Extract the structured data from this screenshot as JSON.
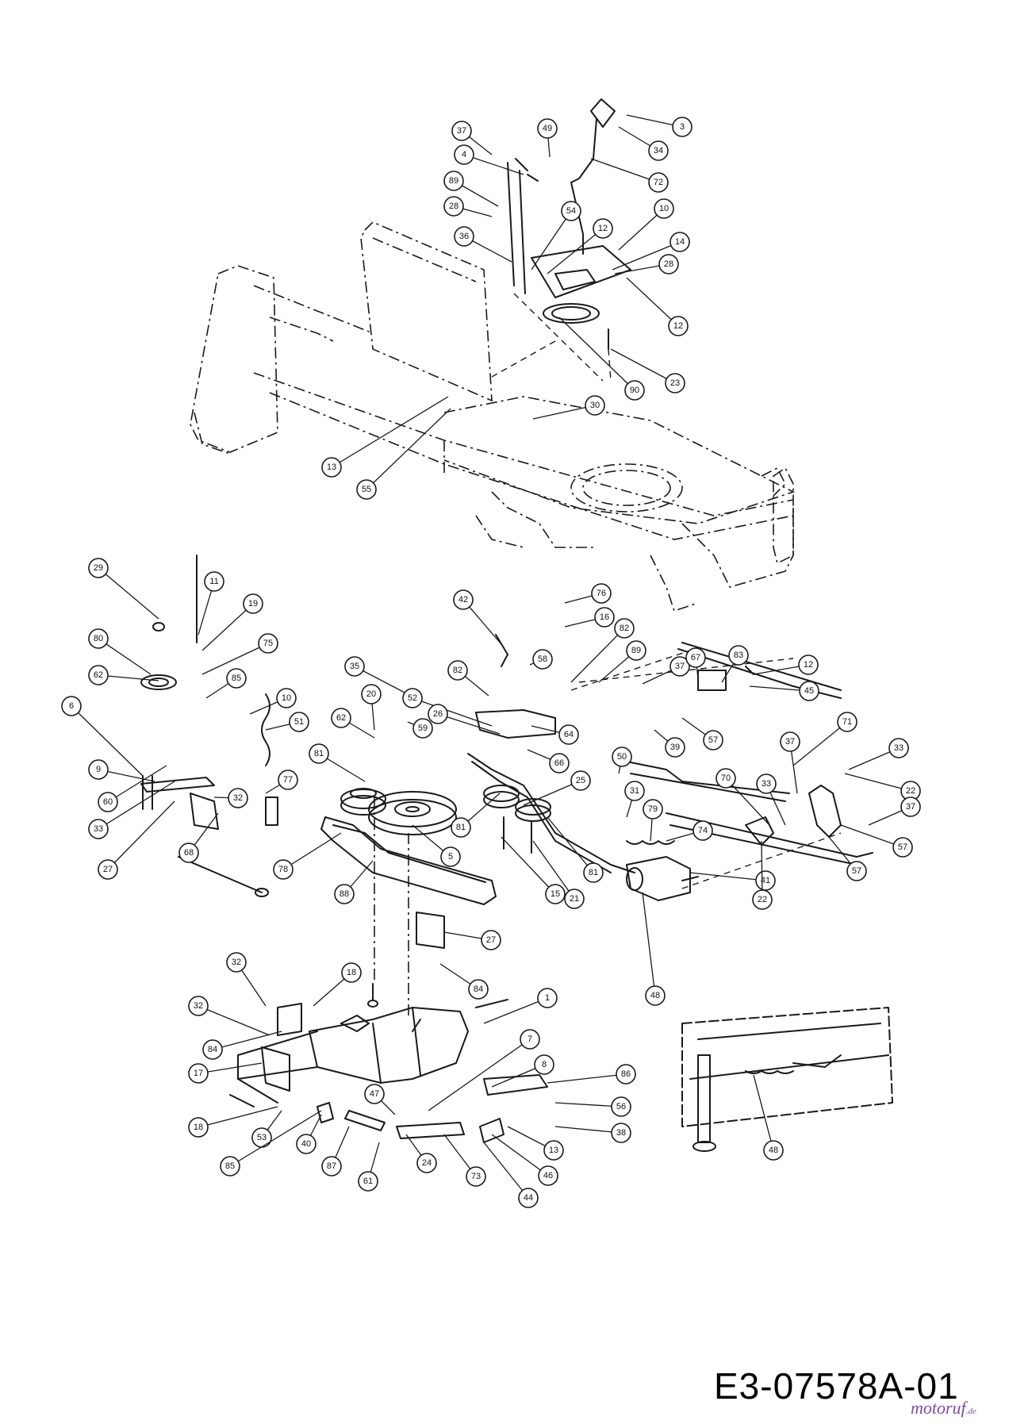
{
  "document": {
    "code": "E3-07578A-01",
    "watermark": "motoruf",
    "watermark_tld": ".de"
  },
  "callouts": [
    {
      "id": "c-3",
      "label": "3"
    },
    {
      "id": "c-34",
      "label": "34"
    },
    {
      "id": "c-72",
      "label": "72"
    },
    {
      "id": "c-49",
      "label": "49"
    },
    {
      "id": "c-37a",
      "label": "37"
    },
    {
      "id": "c-4",
      "label": "4"
    },
    {
      "id": "c-89a",
      "label": "89"
    },
    {
      "id": "c-28a",
      "label": "28"
    },
    {
      "id": "c-36",
      "label": "36"
    },
    {
      "id": "c-54",
      "label": "54"
    },
    {
      "id": "c-12a",
      "label": "12"
    },
    {
      "id": "c-10a",
      "label": "10"
    },
    {
      "id": "c-14",
      "label": "14"
    },
    {
      "id": "c-28b",
      "label": "28"
    },
    {
      "id": "c-12b",
      "label": "12"
    },
    {
      "id": "c-23",
      "label": "23"
    },
    {
      "id": "c-90",
      "label": "90"
    },
    {
      "id": "c-30",
      "label": "30"
    },
    {
      "id": "c-13a",
      "label": "13"
    },
    {
      "id": "c-55",
      "label": "55"
    },
    {
      "id": "c-29",
      "label": "29"
    },
    {
      "id": "c-11",
      "label": "11"
    },
    {
      "id": "c-19",
      "label": "19"
    },
    {
      "id": "c-80",
      "label": "80"
    },
    {
      "id": "c-75",
      "label": "75"
    },
    {
      "id": "c-62a",
      "label": "62"
    },
    {
      "id": "c-85a",
      "label": "85"
    },
    {
      "id": "c-6",
      "label": "6"
    },
    {
      "id": "c-10b",
      "label": "10"
    },
    {
      "id": "c-51",
      "label": "51"
    },
    {
      "id": "c-9",
      "label": "9"
    },
    {
      "id": "c-60",
      "label": "60"
    },
    {
      "id": "c-32a",
      "label": "32"
    },
    {
      "id": "c-77",
      "label": "77"
    },
    {
      "id": "c-33a",
      "label": "33"
    },
    {
      "id": "c-27a",
      "label": "27"
    },
    {
      "id": "c-68",
      "label": "68"
    },
    {
      "id": "c-42",
      "label": "42"
    },
    {
      "id": "c-76",
      "label": "76"
    },
    {
      "id": "c-16",
      "label": "16"
    },
    {
      "id": "c-82a",
      "label": "82"
    },
    {
      "id": "c-82b",
      "label": "82"
    },
    {
      "id": "c-58",
      "label": "58"
    },
    {
      "id": "c-89b",
      "label": "89"
    },
    {
      "id": "c-37b",
      "label": "37"
    },
    {
      "id": "c-67",
      "label": "67"
    },
    {
      "id": "c-83",
      "label": "83"
    },
    {
      "id": "c-12c",
      "label": "12"
    },
    {
      "id": "c-45",
      "label": "45"
    },
    {
      "id": "c-71",
      "label": "71"
    },
    {
      "id": "c-33b",
      "label": "33"
    },
    {
      "id": "c-35",
      "label": "35"
    },
    {
      "id": "c-20",
      "label": "20"
    },
    {
      "id": "c-52",
      "label": "52"
    },
    {
      "id": "c-26",
      "label": "26"
    },
    {
      "id": "c-64",
      "label": "64"
    },
    {
      "id": "c-57a",
      "label": "57"
    },
    {
      "id": "c-39",
      "label": "39"
    },
    {
      "id": "c-37c",
      "label": "37"
    },
    {
      "id": "c-22a",
      "label": "22"
    },
    {
      "id": "c-62b",
      "label": "62"
    },
    {
      "id": "c-59",
      "label": "59"
    },
    {
      "id": "c-66",
      "label": "66"
    },
    {
      "id": "c-50",
      "label": "50"
    },
    {
      "id": "c-81a",
      "label": "81"
    },
    {
      "id": "c-25",
      "label": "25"
    },
    {
      "id": "c-70",
      "label": "70"
    },
    {
      "id": "c-33c",
      "label": "33"
    },
    {
      "id": "c-31",
      "label": "31"
    },
    {
      "id": "c-79",
      "label": "79"
    },
    {
      "id": "c-37d",
      "label": "37"
    },
    {
      "id": "c-74",
      "label": "74"
    },
    {
      "id": "c-57b",
      "label": "57"
    },
    {
      "id": "c-81b",
      "label": "81"
    },
    {
      "id": "c-5",
      "label": "5"
    },
    {
      "id": "c-78",
      "label": "78"
    },
    {
      "id": "c-88",
      "label": "88"
    },
    {
      "id": "c-81c",
      "label": "81"
    },
    {
      "id": "c-15",
      "label": "15"
    },
    {
      "id": "c-21",
      "label": "21"
    },
    {
      "id": "c-41",
      "label": "41"
    },
    {
      "id": "c-22b",
      "label": "22"
    },
    {
      "id": "c-57c",
      "label": "57"
    },
    {
      "id": "c-48a",
      "label": "48"
    },
    {
      "id": "c-27b",
      "label": "27"
    },
    {
      "id": "c-84a",
      "label": "84"
    },
    {
      "id": "c-32b",
      "label": "32"
    },
    {
      "id": "c-18a",
      "label": "18"
    },
    {
      "id": "c-32c",
      "label": "32"
    },
    {
      "id": "c-1",
      "label": "1"
    },
    {
      "id": "c-84b",
      "label": "84"
    },
    {
      "id": "c-17",
      "label": "17"
    },
    {
      "id": "c-7",
      "label": "7"
    },
    {
      "id": "c-8",
      "label": "8"
    },
    {
      "id": "c-86",
      "label": "86"
    },
    {
      "id": "c-47",
      "label": "47"
    },
    {
      "id": "c-56",
      "label": "56"
    },
    {
      "id": "c-38",
      "label": "38"
    },
    {
      "id": "c-18b",
      "label": "18"
    },
    {
      "id": "c-53",
      "label": "53"
    },
    {
      "id": "c-40",
      "label": "40"
    },
    {
      "id": "c-13b",
      "label": "13"
    },
    {
      "id": "c-46",
      "label": "46"
    },
    {
      "id": "c-85b",
      "label": "85"
    },
    {
      "id": "c-87",
      "label": "87"
    },
    {
      "id": "c-24",
      "label": "24"
    },
    {
      "id": "c-61",
      "label": "61"
    },
    {
      "id": "c-73",
      "label": "73"
    },
    {
      "id": "c-44",
      "label": "44"
    },
    {
      "id": "c-48b",
      "label": "48"
    }
  ]
}
